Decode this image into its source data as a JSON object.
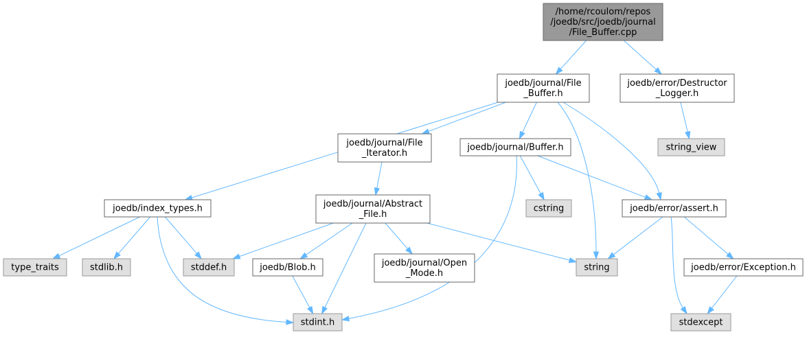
{
  "graph": {
    "nodes": [
      {
        "id": "root",
        "kind": "root",
        "lines": [
          "/home/rcoulom/repos",
          "/joedb/src/joedb/journal",
          "/File_Buffer.cpp"
        ]
      },
      {
        "id": "file-buffer-h",
        "kind": "local",
        "lines": [
          "joedb/journal/File",
          "_Buffer.h"
        ]
      },
      {
        "id": "destructor-logger-h",
        "kind": "local",
        "lines": [
          "joedb/error/Destructor",
          "_Logger.h"
        ]
      },
      {
        "id": "string-view",
        "kind": "sys",
        "lines": [
          "string_view"
        ]
      },
      {
        "id": "file-iterator-h",
        "kind": "local",
        "lines": [
          "joedb/journal/File",
          "_Iterator.h"
        ]
      },
      {
        "id": "buffer-h",
        "kind": "local",
        "lines": [
          "joedb/journal/Buffer.h"
        ]
      },
      {
        "id": "index-types-h",
        "kind": "local",
        "lines": [
          "joedb/index_types.h"
        ]
      },
      {
        "id": "abstract-file-h",
        "kind": "local",
        "lines": [
          "joedb/journal/Abstract",
          "_File.h"
        ]
      },
      {
        "id": "cstring",
        "kind": "sys",
        "lines": [
          "cstring"
        ]
      },
      {
        "id": "assert-h",
        "kind": "local",
        "lines": [
          "joedb/error/assert.h"
        ]
      },
      {
        "id": "type-traits",
        "kind": "sys",
        "lines": [
          "type_traits"
        ]
      },
      {
        "id": "stdlib-h",
        "kind": "sys",
        "lines": [
          "stdlib.h"
        ]
      },
      {
        "id": "stddef-h",
        "kind": "sys",
        "lines": [
          "stddef.h"
        ]
      },
      {
        "id": "blob-h",
        "kind": "local",
        "lines": [
          "joedb/Blob.h"
        ]
      },
      {
        "id": "open-mode-h",
        "kind": "local",
        "lines": [
          "joedb/journal/Open",
          "_Mode.h"
        ]
      },
      {
        "id": "string",
        "kind": "sys",
        "lines": [
          "string"
        ]
      },
      {
        "id": "exception-h",
        "kind": "local",
        "lines": [
          "joedb/error/Exception.h"
        ]
      },
      {
        "id": "stdint-h",
        "kind": "sys",
        "lines": [
          "stdint.h"
        ]
      },
      {
        "id": "stdexcept",
        "kind": "sys",
        "lines": [
          "stdexcept"
        ]
      }
    ],
    "edges": [
      [
        "root",
        "file-buffer-h"
      ],
      [
        "root",
        "destructor-logger-h"
      ],
      [
        "destructor-logger-h",
        "string-view"
      ],
      [
        "file-buffer-h",
        "index-types-h"
      ],
      [
        "file-buffer-h",
        "file-iterator-h"
      ],
      [
        "file-buffer-h",
        "buffer-h"
      ],
      [
        "file-buffer-h",
        "string"
      ],
      [
        "file-buffer-h",
        "assert-h"
      ],
      [
        "file-iterator-h",
        "abstract-file-h"
      ],
      [
        "buffer-h",
        "cstring"
      ],
      [
        "buffer-h",
        "assert-h"
      ],
      [
        "buffer-h",
        "stdint-h"
      ],
      [
        "index-types-h",
        "type-traits"
      ],
      [
        "index-types-h",
        "stdlib-h"
      ],
      [
        "index-types-h",
        "stddef-h"
      ],
      [
        "index-types-h",
        "stdint-h"
      ],
      [
        "abstract-file-h",
        "stddef-h"
      ],
      [
        "abstract-file-h",
        "blob-h"
      ],
      [
        "abstract-file-h",
        "open-mode-h"
      ],
      [
        "abstract-file-h",
        "string"
      ],
      [
        "abstract-file-h",
        "stdint-h"
      ],
      [
        "blob-h",
        "stdint-h"
      ],
      [
        "assert-h",
        "string"
      ],
      [
        "assert-h",
        "exception-h"
      ],
      [
        "assert-h",
        "stdexcept"
      ],
      [
        "exception-h",
        "stdexcept"
      ]
    ]
  }
}
